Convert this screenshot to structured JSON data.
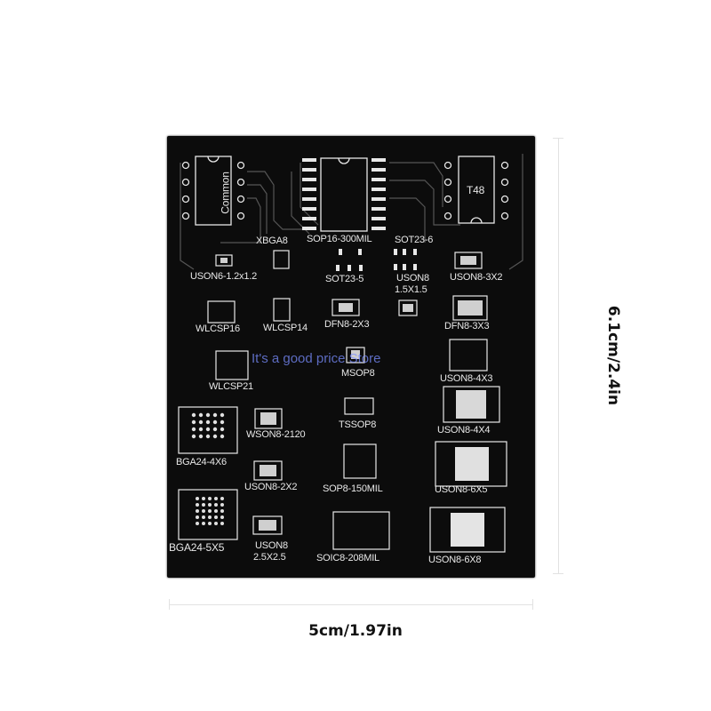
{
  "dimensions": {
    "width_label": "5cm/1.97in",
    "height_label": "6.1cm/2.4in"
  },
  "watermark": "It's a good price Store",
  "board": {
    "color": "#0c0c0c",
    "silkscreen_color": "#e8e8e8",
    "labels": {
      "common": "Common",
      "t48": "T48",
      "xbga8": "XBGA8",
      "sop16": "SOP16-300MIL",
      "sot23_6": "SOT23-6",
      "uson6": "USON6-1.2x1.2",
      "sot23_5": "SOT23-5",
      "uson8_15": "USON8",
      "uson8_15b": "1.5X1.5",
      "uson8_3x2": "USON8-3X2",
      "wlcsp16": "WLCSP16",
      "wlcsp14": "WLCSP14",
      "dfn8_2x3": "DFN8-2X3",
      "dfn8_3x3": "DFN8-3X3",
      "wlcsp21": "WLCSP21",
      "msop8": "MSOP8",
      "uson8_4x3": "USON8-4X3",
      "wson8": "WSON8-2120",
      "tssop8": "TSSOP8",
      "uson8_4x4": "USON8-4X4",
      "bga24_4x6": "BGA24-4X6",
      "uson8_2x2": "USON8-2X2",
      "sop8": "SOP8-150MIL",
      "uson8_6x5": "USON8-6X5",
      "bga24_5x5": "BGA24-5X5",
      "uson8_25": "USON8",
      "uson8_25b": "2.5X2.5",
      "soic8": "SOIC8-208MIL",
      "uson8_6x8": "USON8-6X8"
    }
  }
}
